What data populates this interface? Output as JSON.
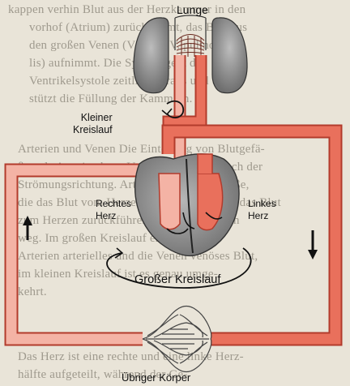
{
  "labels": {
    "lunge": "Lunge",
    "kleiner_kreislauf": "Kleiner\nKreislauf",
    "rechtes_herz": "Rechtes\nHerz",
    "linkes_herz": "Linkes\nHerz",
    "grosser_kreislauf": "Großer Kreislauf",
    "uebriger_koerper": "Übriger Körper"
  },
  "background_text": [
    "kappen verhin   Blut aus der Herzkammer in den",
    "vorhof (Atrium) zurückströmt, das Blut aus",
    "den großen Venen (V. cava, V. pulmona-",
    "lis) aufnimmt. Die Systole geht der",
    "Ventrikelsystole zeitlich voraus und unter-",
    "stützt die Füllung der Kammern.",
    "",
    "Arterien und Venen  Die Einteilung von Blutgefä-",
    "ßen als Arterien bzw. Venen richtet sich nach der",
    "Strömungsrichtung. Arterien sind alle Gefäße,",
    "die das Blut vom Herzen wegführen, Venen das Blut",
    "zum Herzen zurückführen, also vom Herzen",
    "weg. Im großen Kreislauf enthalten die",
    "Arterien arterielles und die Venen venöses Blut,",
    "im kleinen Kreislauf ist es genau umge-",
    "kehrt.",
    "",
    "",
    "Das Herz ist eine rechte und eine linke Herz-",
    "hälfte aufgeteilt, während der Ge-"
  ],
  "colors": {
    "background": "#e9e4d8",
    "bg_text": "#9f9a8e",
    "vessel_light": "#f4b3a5",
    "vessel_dark": "#e9705c",
    "vessel_outline": "#b23b2c",
    "organ_gray": "#8f8f8f",
    "organ_outline": "#333333",
    "arrow": "#111111"
  }
}
